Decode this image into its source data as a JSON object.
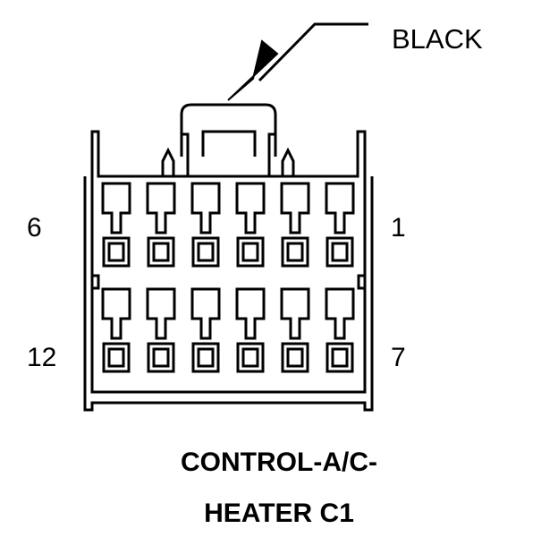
{
  "callout": {
    "color_label": "BLACK"
  },
  "pins": {
    "top_right": "1",
    "top_left": "6",
    "bottom_right": "7",
    "bottom_left": "12"
  },
  "title": {
    "line1": "CONTROL-A/C-",
    "line2": "HEATER C1"
  },
  "connector": {
    "rows": 2,
    "terminals_per_row": 6,
    "color": "black"
  }
}
